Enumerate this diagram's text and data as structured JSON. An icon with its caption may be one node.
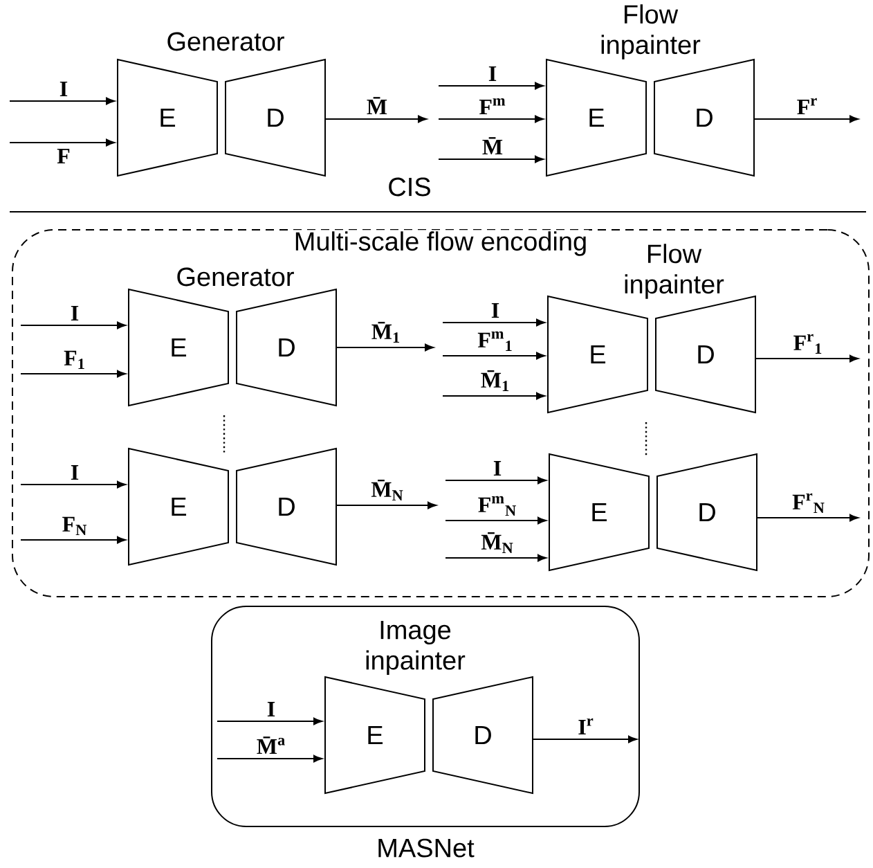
{
  "diagram": {
    "nodes": [
      {
        "text": [
          "E"
        ]
      },
      {
        "text": [
          "D"
        ]
      },
      {
        "text": [
          "E"
        ]
      },
      {
        "text": [
          "D"
        ]
      },
      {
        "text": [
          "Multi-scale flow encoding"
        ]
      },
      {
        "text": [
          "E"
        ],
        "in": 4
      },
      {
        "text": [
          "D"
        ],
        "in": 4
      },
      {
        "text": [
          "E"
        ],
        "in": 4
      },
      {
        "text": [
          "D"
        ],
        "in": 4
      },
      {
        "text": [
          "E"
        ],
        "in": 4
      },
      {
        "text": [
          "D"
        ],
        "in": 4
      },
      {
        "text": [
          "E"
        ],
        "in": 4
      },
      {
        "text": [
          "D"
        ],
        "in": 4
      },
      {
        "text": [
          "MASNet"
        ]
      },
      {
        "text": [
          "E"
        ],
        "in": 13
      },
      {
        "text": [
          "D"
        ],
        "in": 13
      }
    ],
    "edges": [
      {
        "from": null,
        "to": 0,
        "arrow": "to",
        "label": "I"
      },
      {
        "from": null,
        "to": 0,
        "arrow": "to",
        "label": "F"
      },
      {
        "from": 1,
        "to": null,
        "arrow": "to",
        "label": "M̄"
      },
      {
        "from": null,
        "to": 2,
        "arrow": "to",
        "label": "I"
      },
      {
        "from": null,
        "to": 2,
        "arrow": "to",
        "label": "F$^{m}$"
      },
      {
        "from": null,
        "to": 2,
        "arrow": "to",
        "label": "M̄"
      },
      {
        "from": 3,
        "to": null,
        "arrow": "to",
        "label": "F$^{r}$"
      },
      {
        "from": null,
        "to": 5,
        "arrow": "to",
        "label": "I"
      },
      {
        "from": null,
        "to": 5,
        "arrow": "to",
        "label": "F$_{1}$"
      },
      {
        "from": 6,
        "to": null,
        "arrow": "to",
        "label": "M̄$_{1}$"
      },
      {
        "from": null,
        "to": 7,
        "arrow": "to",
        "label": "I"
      },
      {
        "from": null,
        "to": 7,
        "arrow": "to",
        "label": "F$^{m}$$_{1}$"
      },
      {
        "from": null,
        "to": 7,
        "arrow": "to",
        "label": "M̄$_{1}$"
      },
      {
        "from": 8,
        "to": null,
        "arrow": "to",
        "label": "F$^{r}$$_{1}$"
      },
      {
        "from": null,
        "to": 9,
        "arrow": "to",
        "label": "I"
      },
      {
        "from": null,
        "to": 9,
        "arrow": "to",
        "label": "F$_{N}$"
      },
      {
        "from": 10,
        "to": null,
        "arrow": "to",
        "label": "M̄$_{N}$"
      },
      {
        "from": null,
        "to": 11,
        "arrow": "to",
        "label": "I"
      },
      {
        "from": null,
        "to": 11,
        "arrow": "to",
        "label": "F$^{m}$$_{N}$"
      },
      {
        "from": null,
        "to": 11,
        "arrow": "to",
        "label": "M̄$_{N}$"
      },
      {
        "from": 12,
        "to": null,
        "arrow": "to",
        "label": "F$^{r}$$_{N}$"
      },
      {
        "from": null,
        "to": 14,
        "arrow": "to",
        "label": "I"
      },
      {
        "from": null,
        "to": 14,
        "arrow": "to",
        "label": "M̄$^{a}$"
      },
      {
        "from": 15,
        "to": null,
        "arrow": "to",
        "label": "I$^{r}$"
      }
    ],
    "labels": [
      "Generator",
      "Flow inpainter",
      "CIS",
      "Generator",
      "Flow inpainter",
      "Image inpainter"
    ]
  }
}
